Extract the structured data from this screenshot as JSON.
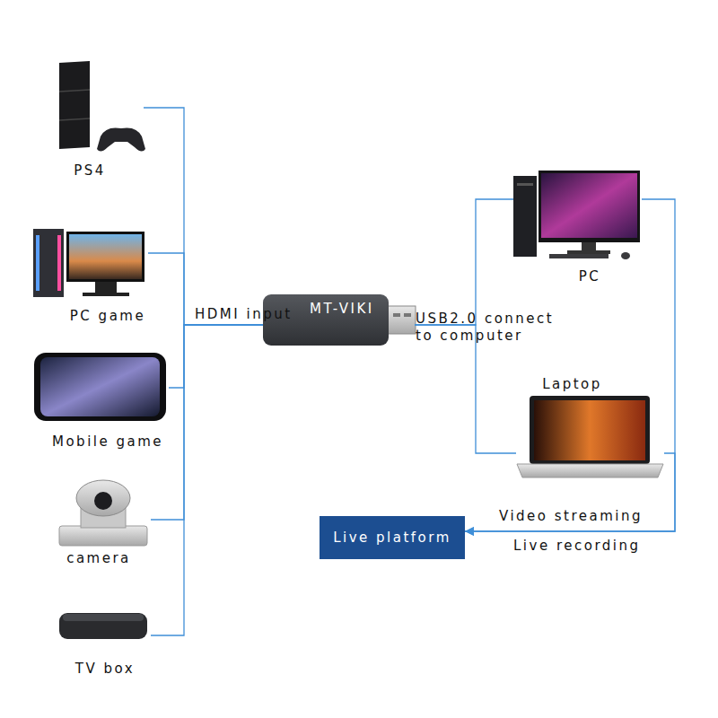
{
  "diagram": {
    "nodes": [
      {
        "text": [
          "PS4"
        ]
      },
      {
        "text": [
          "PC game"
        ]
      },
      {
        "text": [
          "Mobile game"
        ]
      },
      {
        "text": [
          "camera"
        ]
      },
      {
        "text": [
          "TV box"
        ]
      },
      {
        "text": [
          "MT-VIKI"
        ]
      },
      {
        "text": [
          "PC"
        ]
      },
      {
        "text": [
          "Laptop"
        ]
      },
      {
        "text": [
          "Live platform"
        ]
      }
    ],
    "edges": [
      {
        "from": 0,
        "to": 5,
        "arrow": "none"
      },
      {
        "from": 1,
        "to": 5,
        "arrow": "none"
      },
      {
        "from": 2,
        "to": 5,
        "label": "HDMI input",
        "arrow": "none"
      },
      {
        "from": 3,
        "to": 5,
        "arrow": "none"
      },
      {
        "from": 4,
        "to": 5,
        "arrow": "none"
      },
      {
        "from": 5,
        "to": 6,
        "label": "USB2.0 connect to computer",
        "arrow": "none"
      },
      {
        "from": 5,
        "to": 7,
        "arrow": "none"
      },
      {
        "from": 6,
        "to": 8,
        "label": "Video streaming",
        "arrow": "to"
      },
      {
        "from": 7,
        "to": 8,
        "label": "Live recording",
        "arrow": "to"
      }
    ]
  }
}
